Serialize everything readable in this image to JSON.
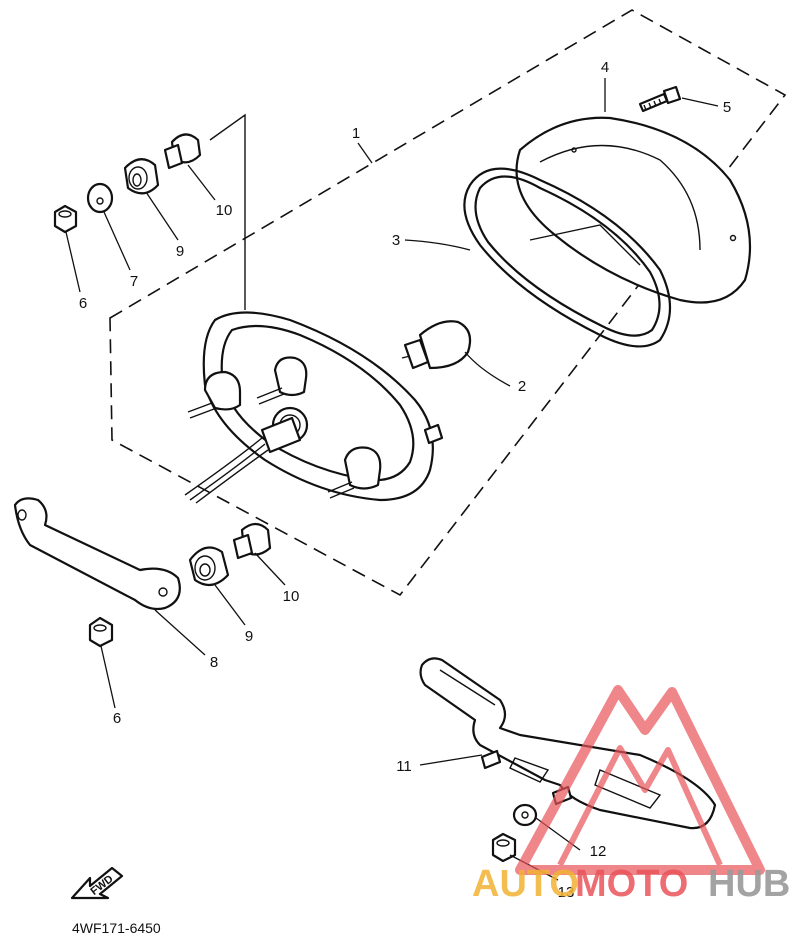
{
  "callouts": {
    "c1": "1",
    "c2": "2",
    "c3": "3",
    "c4": "4",
    "c5": "5",
    "c6a": "6",
    "c6b": "6",
    "c7": "7",
    "c8": "8",
    "c9a": "9",
    "c9b": "9",
    "c10a": "10",
    "c10b": "10",
    "c11": "11",
    "c12": "12",
    "c13": "13"
  },
  "fwd_label": "FWD",
  "diagram_code": "4WF171-6450",
  "watermark": {
    "part1": "AUTO",
    "part2": "MOTO",
    "part3": "HUB"
  },
  "colors": {
    "line": "#111111",
    "watermark_red": "#e9545a",
    "watermark_gold": "#f2b233",
    "watermark_gray": "#9a9a9a"
  }
}
